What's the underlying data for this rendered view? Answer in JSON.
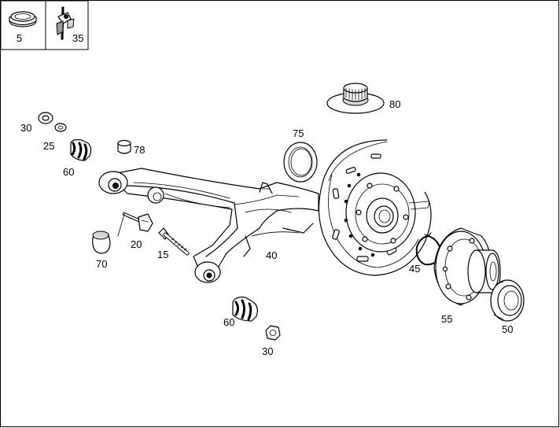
{
  "legend": {
    "items": [
      {
        "number": "5",
        "icon": "plug-icon"
      },
      {
        "number": "35",
        "icon": "clip-icon"
      }
    ]
  },
  "callouts": {
    "c30a": "30",
    "c25": "25",
    "c60a": "60",
    "c78": "78",
    "c70": "70",
    "c20": "20",
    "c15": "15",
    "c40": "40",
    "c75": "75",
    "c80": "80",
    "c45": "45",
    "c55": "55",
    "c50": "50",
    "c60b": "60",
    "c30b": "30"
  }
}
